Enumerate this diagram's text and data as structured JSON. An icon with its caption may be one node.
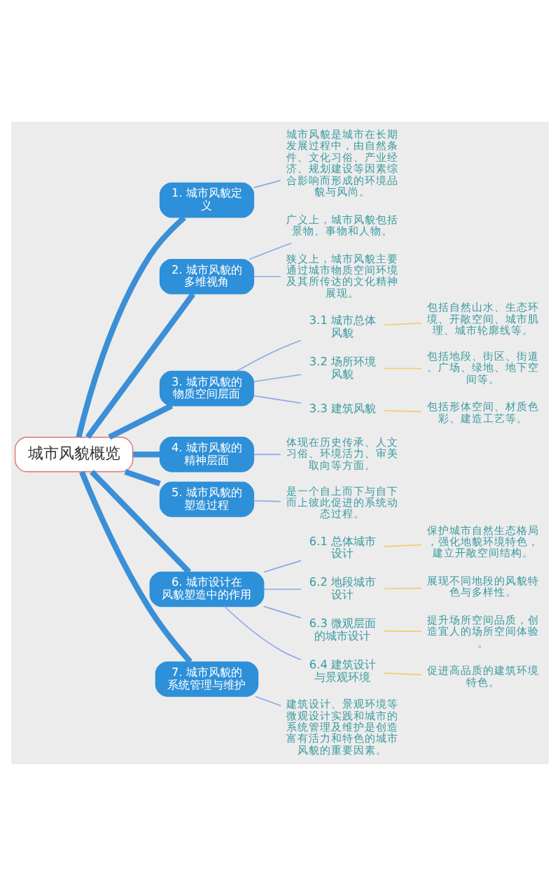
{
  "diagram": {
    "nodes": [
      {
        "text": [
          "城市风貌概览"
        ]
      },
      {
        "text": [
          "1. 城市风貌定义"
        ]
      },
      {
        "text": [
          "城市风貌是城市在长期发展过程中，由自然条件、文化习俗、产业经济、规划建设等因素综合影响而形成的环境品貌与风尚。"
        ]
      },
      {
        "text": [
          "2. 城市风貌的多维视角"
        ]
      },
      {
        "text": [
          "广义上，城市风貌包括景物、事物和人物。"
        ]
      },
      {
        "text": [
          "狭义上，城市风貌主要通过城市物质空间环境及其所传达的文化精神展现。"
        ]
      },
      {
        "text": [
          "3. 城市风貌的物质空间层面"
        ]
      },
      {
        "text": [
          "3.1 城市总体风貌"
        ]
      },
      {
        "text": [
          "包括自然山水、生态环境、开敞空间、城市肌理、城市轮廓线等。"
        ]
      },
      {
        "text": [
          "3.2 场所环境风貌"
        ]
      },
      {
        "text": [
          "包括地段、街区、街道、广场、绿地、地下空间等。"
        ]
      },
      {
        "text": [
          "3.3 建筑风貌"
        ]
      },
      {
        "text": [
          "包括形体空间、材质色彩、建造工艺等。"
        ]
      },
      {
        "text": [
          "4. 城市风貌的精神层面"
        ]
      },
      {
        "text": [
          "体现在历史传承、人文习俗、环境活力、审美取向等方面。"
        ]
      },
      {
        "text": [
          "5. 城市风貌的塑造过程"
        ]
      },
      {
        "text": [
          "是一个自上而下与自下而上彼此促进的系统动态过程。"
        ]
      },
      {
        "text": [
          "6. 城市设计在风貌塑造中的作用"
        ]
      },
      {
        "text": [
          "6.1 总体城市设计"
        ]
      },
      {
        "text": [
          "保护城市自然生态格局，强化地貌环境特色，建立开敞空间结构。"
        ]
      },
      {
        "text": [
          "6.2 地段城市设计"
        ]
      },
      {
        "text": [
          "展现不同地段的风貌特色与多样性。"
        ]
      },
      {
        "text": [
          "6.3 微观层面的城市设计"
        ]
      },
      {
        "text": [
          "提升场所空间品质，创造宜人的场所空间体验。"
        ]
      },
      {
        "text": [
          "6.4 建筑设计与景观环境"
        ]
      },
      {
        "text": [
          "促进高品质的建筑环境特色。"
        ]
      },
      {
        "text": [
          "7. 城市风貌的系统管理与维护"
        ]
      },
      {
        "text": [
          "建筑设计、景观环境等微观设计实践和城市的系统管理及维护是创造富有活力和特色的城市风貌的重要因素。"
        ]
      }
    ],
    "edges": [
      {
        "from": 0,
        "to": 1,
        "arrow": "none",
        "style": "thick",
        "color": "#3a8fd6"
      },
      {
        "from": 1,
        "to": 2,
        "arrow": "none"
      },
      {
        "from": 0,
        "to": 3,
        "arrow": "none",
        "style": "thick",
        "color": "#3a8fd6"
      },
      {
        "from": 3,
        "to": 4,
        "arrow": "none"
      },
      {
        "from": 3,
        "to": 5,
        "arrow": "none"
      },
      {
        "from": 0,
        "to": 6,
        "arrow": "none",
        "style": "thick",
        "color": "#3a8fd6"
      },
      {
        "from": 6,
        "to": 7,
        "arrow": "none"
      },
      {
        "from": 7,
        "to": 8,
        "arrow": "none",
        "color": "#f2cc6b"
      },
      {
        "from": 6,
        "to": 9,
        "arrow": "none"
      },
      {
        "from": 9,
        "to": 10,
        "arrow": "none",
        "color": "#f2cc6b"
      },
      {
        "from": 6,
        "to": 11,
        "arrow": "none"
      },
      {
        "from": 11,
        "to": 12,
        "arrow": "none",
        "color": "#f2cc6b"
      },
      {
        "from": 0,
        "to": 13,
        "arrow": "none",
        "style": "thick",
        "color": "#3a8fd6"
      },
      {
        "from": 13,
        "to": 14,
        "arrow": "none"
      },
      {
        "from": 0,
        "to": 15,
        "arrow": "none",
        "style": "thick",
        "color": "#3a8fd6"
      },
      {
        "from": 15,
        "to": 16,
        "arrow": "none"
      },
      {
        "from": 0,
        "to": 17,
        "arrow": "none",
        "style": "thick",
        "color": "#3a8fd6"
      },
      {
        "from": 17,
        "to": 18,
        "arrow": "none"
      },
      {
        "from": 18,
        "to": 19,
        "arrow": "none",
        "color": "#f2cc6b"
      },
      {
        "from": 17,
        "to": 20,
        "arrow": "none"
      },
      {
        "from": 20,
        "to": 21,
        "arrow": "none",
        "color": "#f2cc6b"
      },
      {
        "from": 17,
        "to": 22,
        "arrow": "none"
      },
      {
        "from": 22,
        "to": 23,
        "arrow": "none",
        "color": "#f2cc6b"
      },
      {
        "from": 17,
        "to": 24,
        "arrow": "none"
      },
      {
        "from": 24,
        "to": 25,
        "arrow": "none",
        "color": "#f2cc6b"
      },
      {
        "from": 0,
        "to": 26,
        "arrow": "none",
        "style": "thick",
        "color": "#3a8fd6"
      },
      {
        "from": 26,
        "to": 27,
        "arrow": "none"
      }
    ]
  }
}
